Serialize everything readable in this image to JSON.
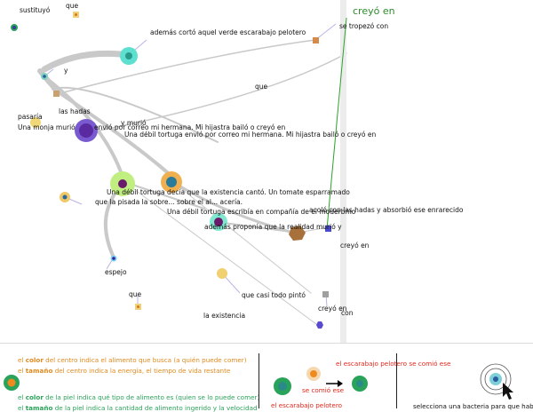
{
  "focus_word": "creyó en",
  "labels": [
    {
      "id": "sustituyo",
      "text": "sustituyó"
    },
    {
      "id": "que1",
      "text": "que"
    },
    {
      "id": "verde",
      "text": "además cortó aquel verde escarabajo pelotero"
    },
    {
      "id": "tropezo",
      "text": "se tropezó con"
    },
    {
      "id": "y",
      "text": "y"
    },
    {
      "id": "que2",
      "text": "que"
    },
    {
      "id": "hadas",
      "text": "las hadas"
    },
    {
      "id": "pasaria",
      "text": "pasaría"
    },
    {
      "id": "murio",
      "text": "y murió"
    },
    {
      "id": "monja",
      "text": "Una monja murió"
    },
    {
      "id": "envio1",
      "text": "envió por correo mi hermana. Mi hijastra bailó o creyó en"
    },
    {
      "id": "envio2",
      "text": "Una débil tortuga envió por correo mi hermana. Mi hijastra bailó o creyó en"
    },
    {
      "id": "decia",
      "text": "Una débil tortuga decía que la existencia cantó. Un tomate esparramado"
    },
    {
      "id": "pisada",
      "text": "que la pisada la sobre... sobre el al... acería."
    },
    {
      "id": "hadas2",
      "text": "acoló con las hadas y absorbió ese enrarecido"
    },
    {
      "id": "escribia",
      "text": "Una débil tortuga escribía en compañía de el moderbmo"
    },
    {
      "id": "proponia",
      "text": "además proponía que la realidad murió y"
    },
    {
      "id": "creyo2",
      "text": "creyó en"
    },
    {
      "id": "espejo",
      "text": "espejo"
    },
    {
      "id": "pinto",
      "text": "que casi todo pintó"
    },
    {
      "id": "que3",
      "text": "que"
    },
    {
      "id": "creyo3",
      "text": "creyó en"
    },
    {
      "id": "con",
      "text": "con"
    },
    {
      "id": "existencia",
      "text": "la existencia"
    }
  ],
  "legend": {
    "line1": {
      "pre": "el ",
      "key": "color",
      "post": " del centro indica el alimento que busca (a quién puede comer)"
    },
    "line2": {
      "pre": "el ",
      "key": "tamaño",
      "post": " del centro indica la energía, el tiempo de vida  restante"
    },
    "line3": {
      "pre": "el ",
      "key": "color",
      "post": " de la piel indica qué tipo de alimento es (quien se lo puede comer)"
    },
    "line4": {
      "pre": "el ",
      "key": "tamaño",
      "post": " de la piel indica la cantidad de alimento ingerido y la velocidad"
    },
    "eat_top": "el escarabajo pelotero se comió ese",
    "eat_mid": "se comió ese",
    "eat_bottom": "el escarabajo pelotero",
    "select_hint": "selecciona una bacteria para que hab"
  },
  "colors": {
    "link": "#c8c8c8",
    "focus_line": "#2aa32a",
    "orange": "#e08a1e",
    "green": "#2aa35a",
    "red": "#e0271d"
  }
}
